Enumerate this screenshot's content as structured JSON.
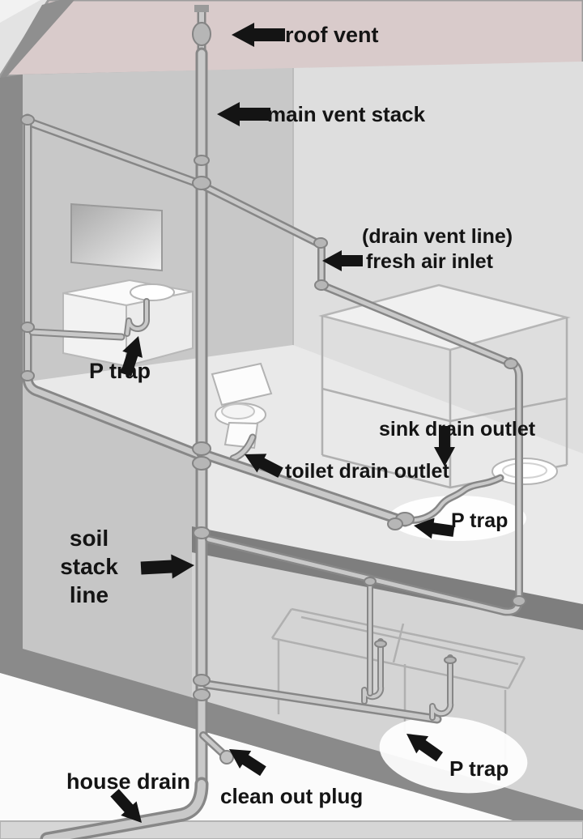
{
  "diagram": {
    "type": "plumbing-drain-waste-vent-cutaway",
    "labels": {
      "roof_vent": "roof vent",
      "main_vent_stack": "main vent stack",
      "drain_vent_line": "(drain vent line)",
      "fresh_air_inlet": "fresh air inlet",
      "p_trap_bath": "P trap",
      "sink_drain_outlet": "sink drain outlet",
      "toilet_drain_outlet": "toilet drain outlet",
      "p_trap_sink": "P trap",
      "soil_stack_line_word1": "soil",
      "soil_stack_line_word2": "stack",
      "soil_stack_line_word3": "line",
      "p_trap_laundry": "P trap",
      "house_drain": "house drain",
      "clean_out_plug": "clean out plug"
    },
    "colors": {
      "attic_plane": "#d9cbcb",
      "wall_dark_band": "#8a8a8a",
      "wall_medium": "#c8c8c8",
      "wall_light": "#dedede",
      "floor_band_dark": "#7e7e7e",
      "basement_wall": "#d4d4d4",
      "basement_floor": "#fbfbfb",
      "pipe_body": "#c9c9c9",
      "pipe_edge": "#878787",
      "label_text": "#141414"
    }
  }
}
